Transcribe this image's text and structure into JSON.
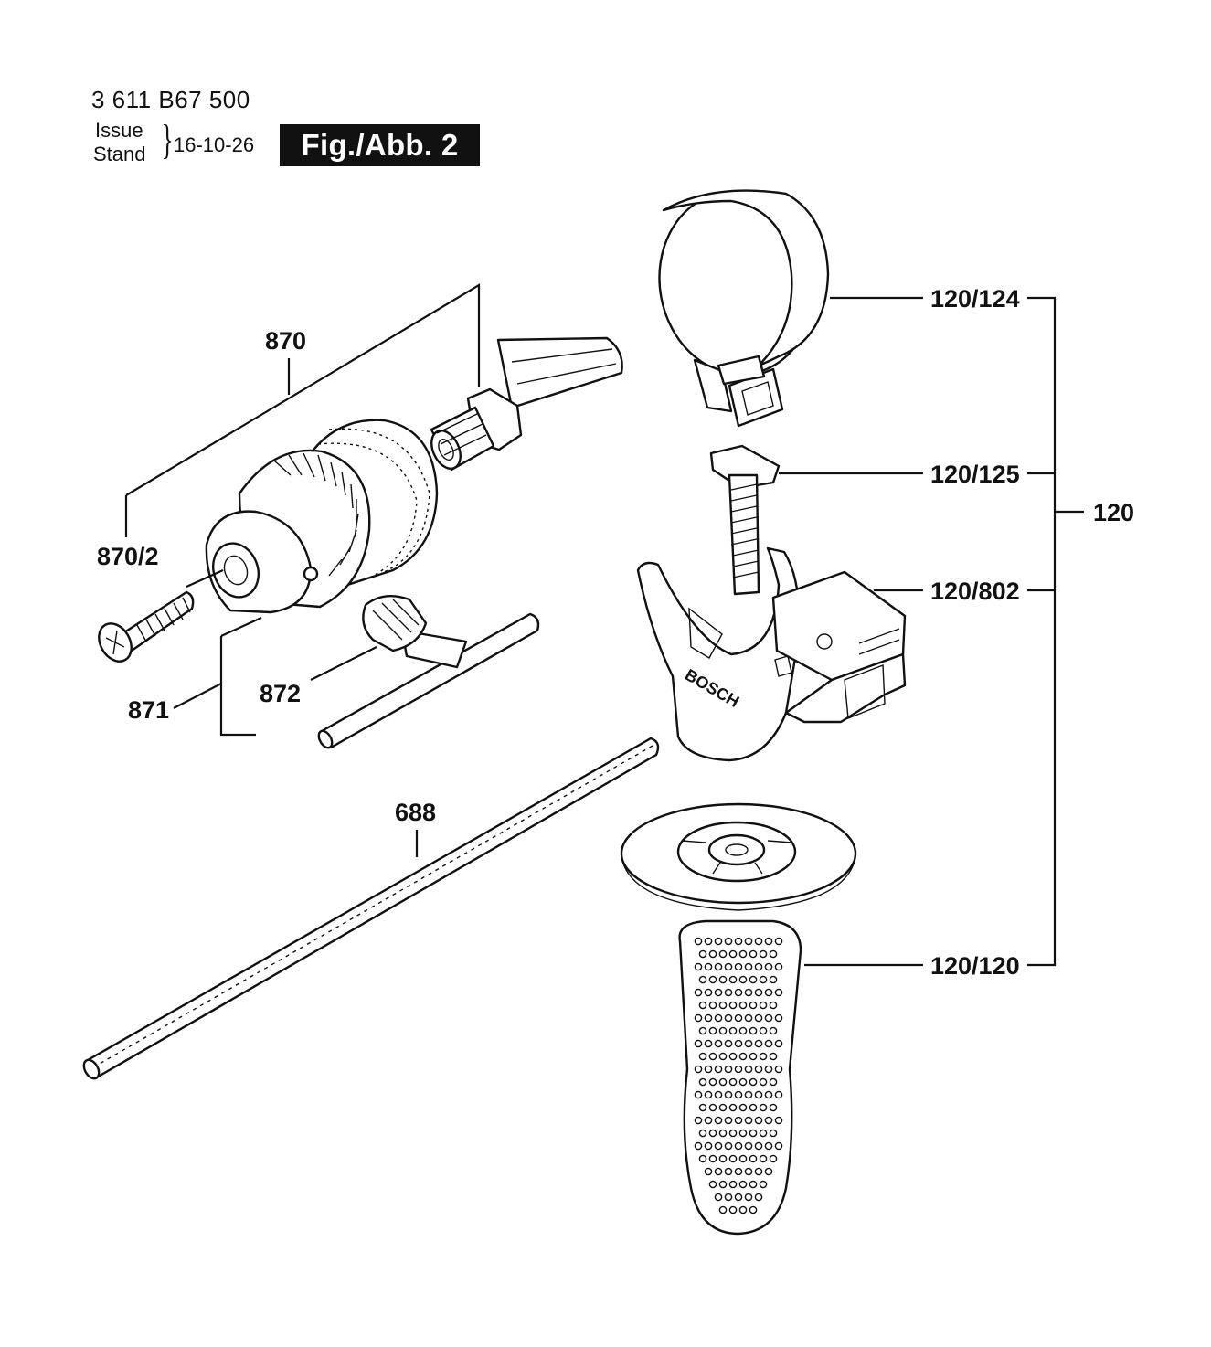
{
  "header": {
    "doc_number": "3 611 B67 500",
    "issue_label": "Issue",
    "stand_label": "Stand",
    "brace": "}",
    "issue_date": "16-10-26",
    "figure_label": "Fig./Abb. 2"
  },
  "callouts": {
    "c870": "870",
    "c870_2": "870/2",
    "c871": "871",
    "c872": "872",
    "c688": "688",
    "c120_124": "120/124",
    "c120_125": "120/125",
    "c120_802": "120/802",
    "c120_120": "120/120",
    "c120": "120"
  },
  "imprint": {
    "brand_on_handle": "BOSCH"
  }
}
